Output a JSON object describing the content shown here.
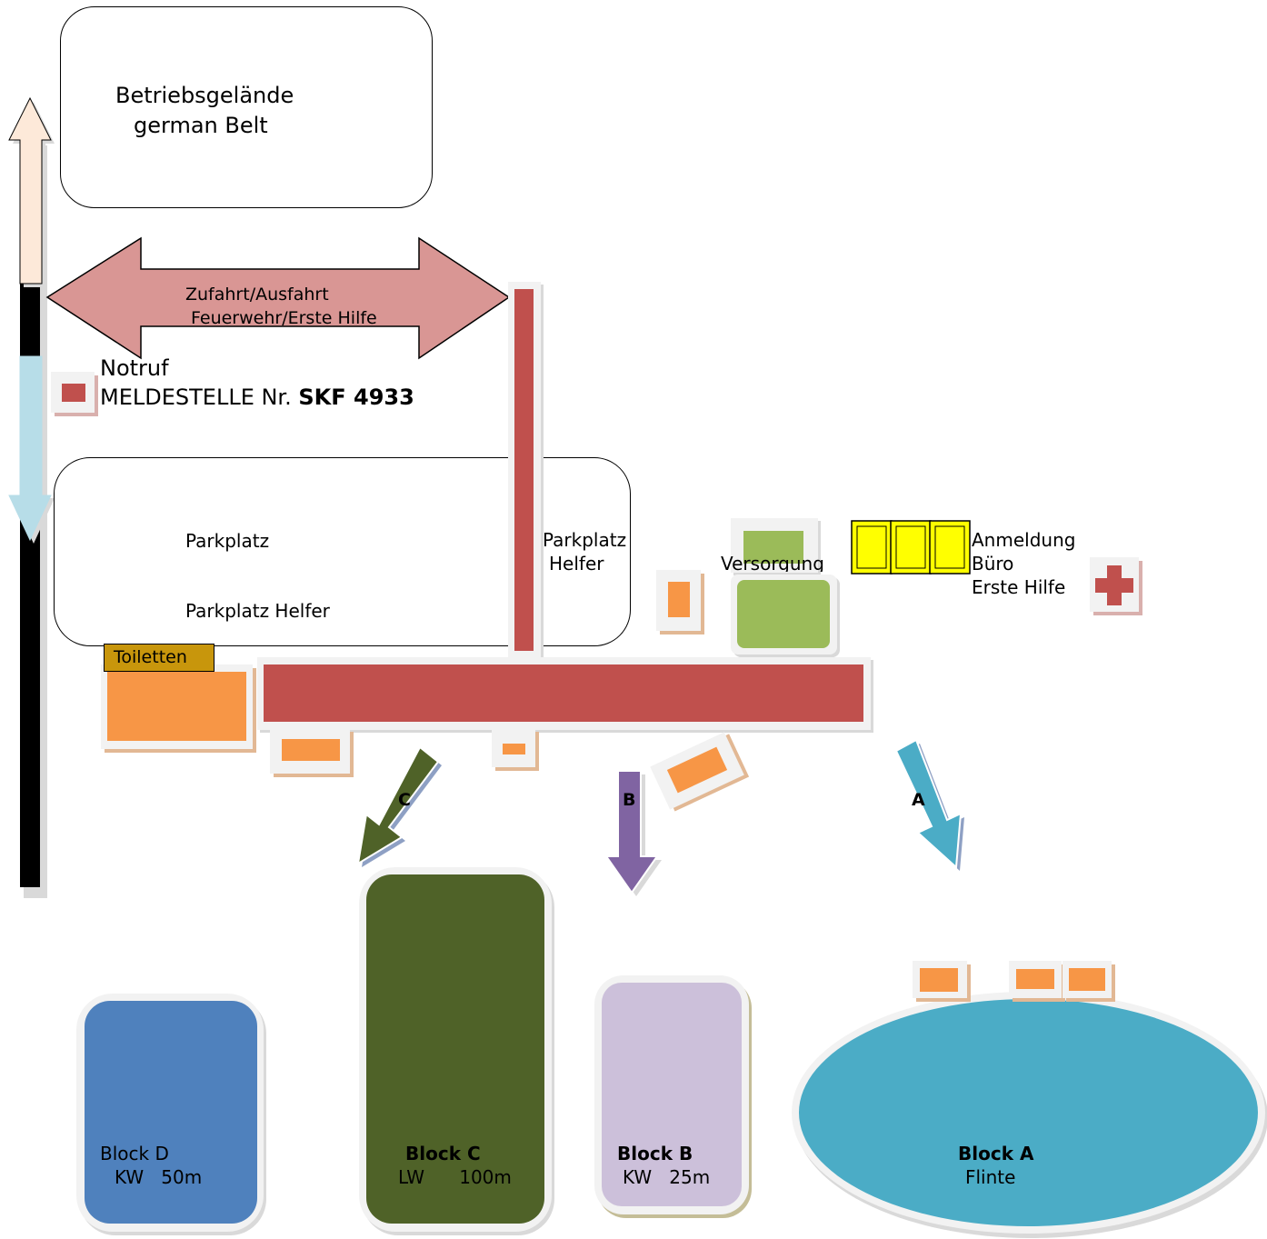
{
  "headline": {
    "line1": "Betriebsgelände",
    "line2": "german Belt"
  },
  "access": {
    "line1": "Zufahrt/Ausfahrt",
    "line2": "Feuerwehr/Erste Hilfe"
  },
  "emergency": {
    "line1": "Notruf",
    "line2_prefix": "MELDESTELLE Nr. ",
    "line2_code": "SKF 4933"
  },
  "parking": {
    "label1": "Parkplatz",
    "label2": "Parkplatz Helfer",
    "side_line1": "Parkplatz",
    "side_line2": "Helfer"
  },
  "toilets": "Toiletten",
  "supply": "Versorgung",
  "registration": {
    "line1": "Anmeldung",
    "line2": "Büro",
    "line3": "Erste Hilfe"
  },
  "arrows": {
    "a": "A",
    "b": "B",
    "c": "C"
  },
  "blocks": {
    "d": {
      "name": "Block D",
      "detail": "KW   50m",
      "color": "#4f81bd"
    },
    "c": {
      "name": "Block C",
      "detail": "LW      100m",
      "color": "#4f6228"
    },
    "b": {
      "name": "Block B",
      "detail": "KW   25m",
      "color": "#ccc0da"
    },
    "a": {
      "name": "Block A",
      "detail": "Flinte",
      "color": "#4bacc6"
    }
  },
  "colors": {
    "road": "#c0504d",
    "building": "#f79646",
    "access_arrow": "#d99694",
    "supply": "#9bbb59",
    "registration": "#ffff00",
    "first_aid": "#c0504d",
    "toilets": "#c8960c"
  },
  "icons": {
    "first_aid": "cross-icon",
    "emergency": "emergency-marker-icon"
  }
}
